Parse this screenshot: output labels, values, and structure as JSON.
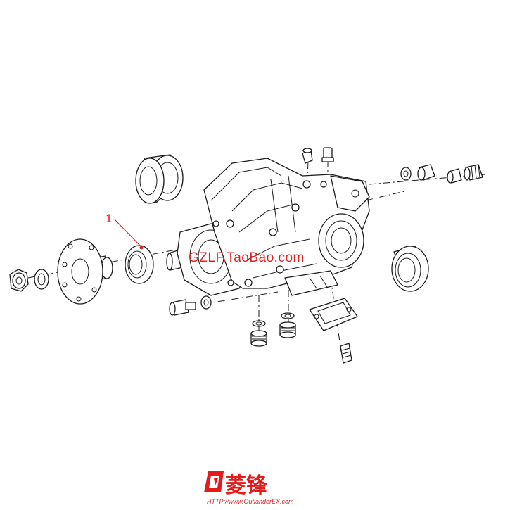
{
  "diagram": {
    "callout_number": "1",
    "watermark": "GZLF.TaoBao.com"
  },
  "footer": {
    "logo_text": "菱锋",
    "url": "HTTP://www.OutlanderEX.com"
  },
  "colors": {
    "accent": "#e21b1b",
    "line": "#1a1a1a",
    "background": "#ffffff"
  }
}
